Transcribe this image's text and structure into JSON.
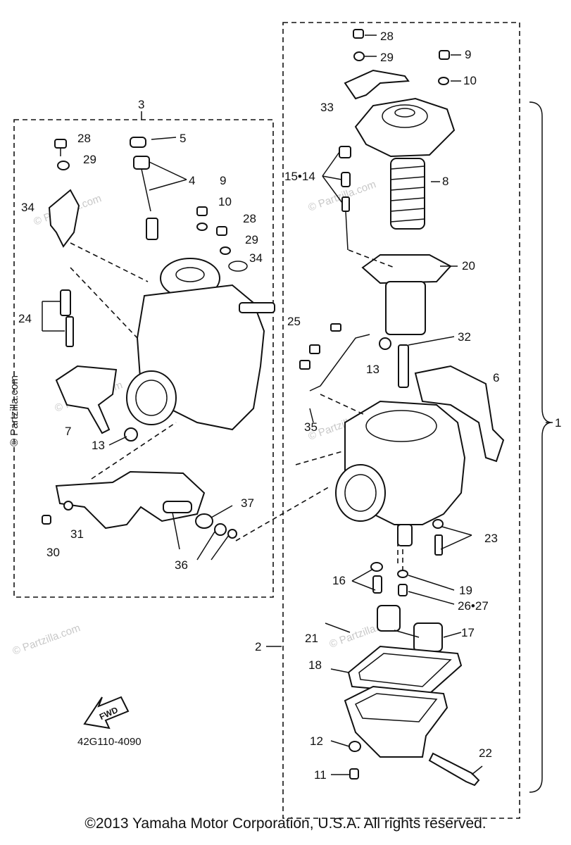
{
  "diagram": {
    "callouts": {
      "c1": "1",
      "c2": "2",
      "c3": "3",
      "c4": "4",
      "c5": "5",
      "c6": "6",
      "c7": "7",
      "c8": "8",
      "c9a": "9",
      "c9b": "9",
      "c10a": "10",
      "c10b": "10",
      "c11": "11",
      "c12": "12",
      "c13a": "13",
      "c13b": "13",
      "c15_14": "15•14",
      "c16": "16",
      "c17": "17",
      "c18": "18",
      "c19": "19",
      "c20": "20",
      "c21": "21",
      "c22": "22",
      "c23": "23",
      "c24": "24",
      "c25": "25",
      "c26_27": "26•27",
      "c28a": "28",
      "c28b": "28",
      "c28c": "28",
      "c29a": "29",
      "c29b": "29",
      "c29c": "29",
      "c30": "30",
      "c31": "31",
      "c32": "32",
      "c33": "33",
      "c34a": "34",
      "c34b": "34",
      "c35": "35",
      "c36": "36",
      "c37": "37"
    },
    "fwd_label": "FWD",
    "part_number": "42G110-4090"
  },
  "watermark": {
    "text": "© Partzilla.com",
    "side_text": "© Partzilla.com"
  },
  "copyright": "©2013 Yamaha Motor Corporation, U.S.A. All rights reserved."
}
